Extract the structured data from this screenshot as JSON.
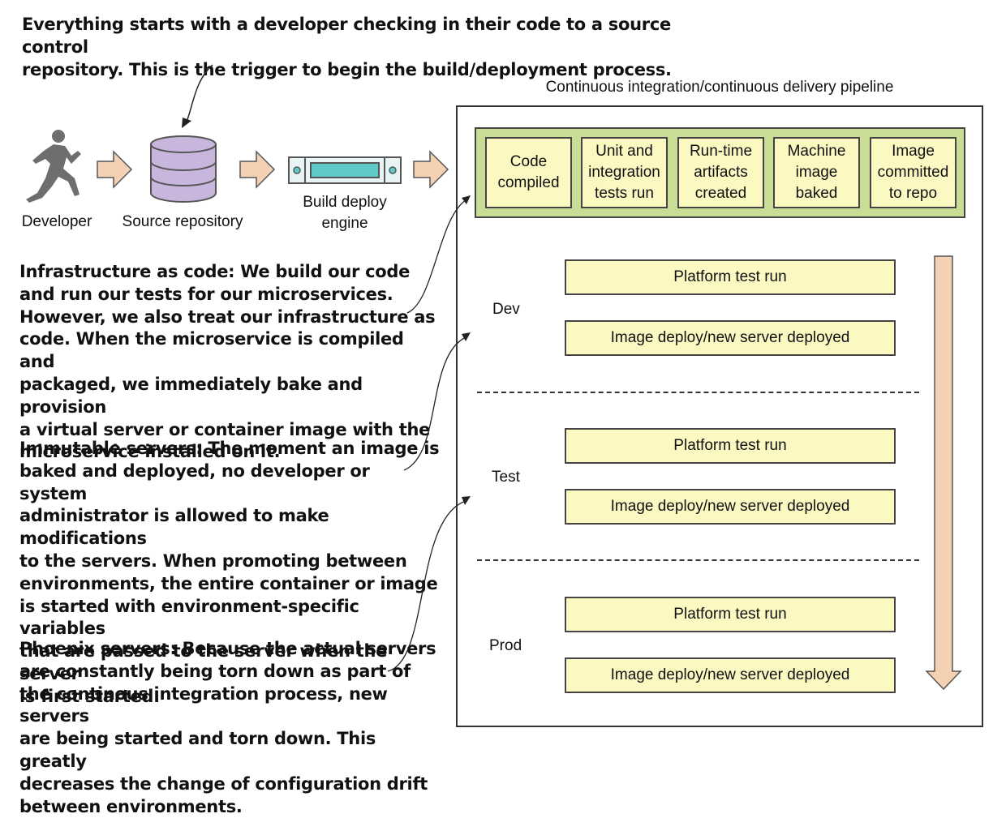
{
  "notes": {
    "trigger": "Everything starts with a developer checking in their code to a source control\nrepository. This is the trigger to begin the build/deployment process.",
    "infrastructure": "Infrastructure as code: We build our code\nand run our tests for our microservices.\nHowever, we also treat our infrastructure as\ncode. When the microservice is compiled and\npackaged, we immediately bake and provision\na virtual server or container image with the\nmicroservice installed on it.",
    "immutable": "Immutable servers: The moment an image is\nbaked and deployed, no developer or system\nadministrator is allowed to make modifications\nto the servers. When promoting between\nenvironments, the entire container or image\nis started with environment-specific variables\nthat are passed to the server when the server\nis first started.",
    "phoenix": "Phoenix servers: Because the actual servers\nare constantly being torn down as part of\nthe continous integration process, new servers\nare being started and torn down. This greatly\ndecreases the change of configuration drift\nbetween environments."
  },
  "flow": {
    "developer": "Developer",
    "repository": "Source repository",
    "engine": "Build deploy\nengine"
  },
  "pipeline": {
    "title": "Continuous integration/continuous delivery pipeline",
    "stages": [
      "Code\ncompiled",
      "Unit and\nintegration\ntests run",
      "Run-time\nartifacts\ncreated",
      "Machine\nimage\nbaked",
      "Image\ncommitted\nto repo"
    ],
    "environments": [
      {
        "name": "Dev",
        "steps": [
          "Platform test run",
          "Image deploy/new server deployed"
        ]
      },
      {
        "name": "Test",
        "steps": [
          "Platform test run",
          "Image deploy/new server deployed"
        ]
      },
      {
        "name": "Prod",
        "steps": [
          "Platform test run",
          "Image deploy/new server deployed"
        ]
      }
    ]
  },
  "colors": {
    "stage_band": "#c9dd97",
    "box_fill": "#fbf8c2",
    "arrow_fill": "#f5d1b4",
    "database_fill": "#c9b6dc",
    "engine_fill": "#5fc8c8"
  }
}
